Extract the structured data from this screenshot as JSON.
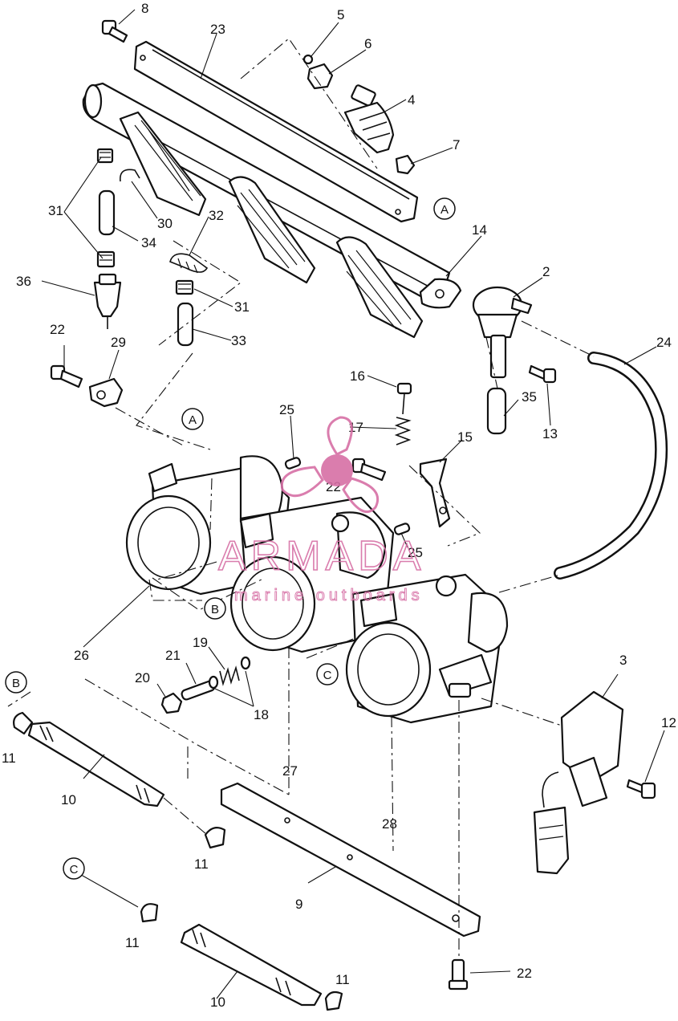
{
  "diagram": {
    "callouts": [
      {
        "id": "c8",
        "text": "8"
      },
      {
        "id": "c23",
        "text": "23"
      },
      {
        "id": "c5",
        "text": "5"
      },
      {
        "id": "c6",
        "text": "6"
      },
      {
        "id": "c4",
        "text": "4"
      },
      {
        "id": "c7",
        "text": "7"
      },
      {
        "id": "c31a",
        "text": "31"
      },
      {
        "id": "c30",
        "text": "30"
      },
      {
        "id": "c34",
        "text": "34"
      },
      {
        "id": "c32",
        "text": "32"
      },
      {
        "id": "c14",
        "text": "14"
      },
      {
        "id": "c2",
        "text": "2"
      },
      {
        "id": "c36",
        "text": "36"
      },
      {
        "id": "c31b",
        "text": "31"
      },
      {
        "id": "c33",
        "text": "33"
      },
      {
        "id": "c22a",
        "text": "22"
      },
      {
        "id": "c29",
        "text": "29"
      },
      {
        "id": "c24",
        "text": "24"
      },
      {
        "id": "c16",
        "text": "16"
      },
      {
        "id": "c13",
        "text": "13"
      },
      {
        "id": "c35",
        "text": "35"
      },
      {
        "id": "c25a",
        "text": "25"
      },
      {
        "id": "c17",
        "text": "17"
      },
      {
        "id": "c15",
        "text": "15"
      },
      {
        "id": "c22b",
        "text": "22"
      },
      {
        "id": "c25b",
        "text": "25"
      },
      {
        "id": "c26",
        "text": "26"
      },
      {
        "id": "c21",
        "text": "21"
      },
      {
        "id": "c19",
        "text": "19"
      },
      {
        "id": "c20",
        "text": "20"
      },
      {
        "id": "c18",
        "text": "18"
      },
      {
        "id": "c3",
        "text": "3"
      },
      {
        "id": "c12",
        "text": "12"
      },
      {
        "id": "c11a",
        "text": "11"
      },
      {
        "id": "c10a",
        "text": "10"
      },
      {
        "id": "c27",
        "text": "27"
      },
      {
        "id": "c28",
        "text": "28"
      },
      {
        "id": "c11b",
        "text": "11"
      },
      {
        "id": "c9",
        "text": "9"
      },
      {
        "id": "c11c",
        "text": "11"
      },
      {
        "id": "c22c",
        "text": "22"
      },
      {
        "id": "c10b",
        "text": "10"
      },
      {
        "id": "c11d",
        "text": "11"
      }
    ],
    "refs": [
      {
        "id": "rA1",
        "text": "A"
      },
      {
        "id": "rA2",
        "text": "A"
      },
      {
        "id": "rB1",
        "text": "B"
      },
      {
        "id": "rB2",
        "text": "B"
      },
      {
        "id": "rC1",
        "text": "C"
      },
      {
        "id": "rC2",
        "text": "C"
      }
    ]
  },
  "watermark": {
    "brand": "ARMADA",
    "tagline": "marine outboards",
    "color": "#d66fa5"
  }
}
